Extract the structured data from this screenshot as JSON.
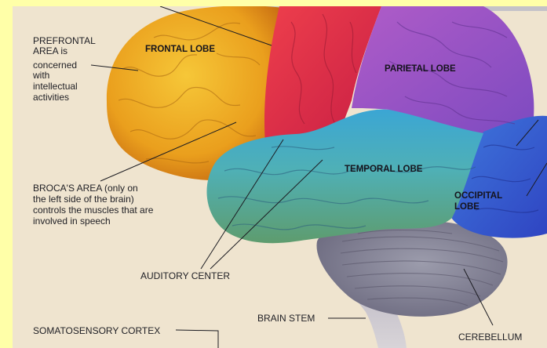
{
  "labels": {
    "prefrontal": [
      "PREFRONTAL",
      "AREA is",
      "concerned",
      "with",
      "intellectual",
      "activities"
    ],
    "broca": [
      "BROCA'S AREA (only on",
      "the left side of the brain)",
      "controls the muscles that are",
      "involved in speech"
    ],
    "auditory": "AUDITORY CENTER",
    "brainstem": "BRAIN STEM",
    "somatosensory": "SOMATOSENSORY CORTEX",
    "cerebellum": "CEREBELLUM"
  },
  "lobes": {
    "frontal": "FRONTAL LOBE",
    "parietal": "PARIETAL LOBE",
    "temporal": "TEMPORAL LOBE",
    "occipital": [
      "OCCIPITAL",
      "LOBE"
    ]
  },
  "colors": {
    "page_border": "#ffffa8",
    "background": "#efe4cf",
    "frontal": "#f0b020",
    "motor": "#e2324a",
    "parietal": "#9a55c8",
    "temporal_top": "#42a9d2",
    "temporal_bottom": "#5aa67a",
    "occipital": "#3a63d4",
    "cerebellum": "#8c8c9e",
    "brainstem": "#a7a4b6"
  }
}
